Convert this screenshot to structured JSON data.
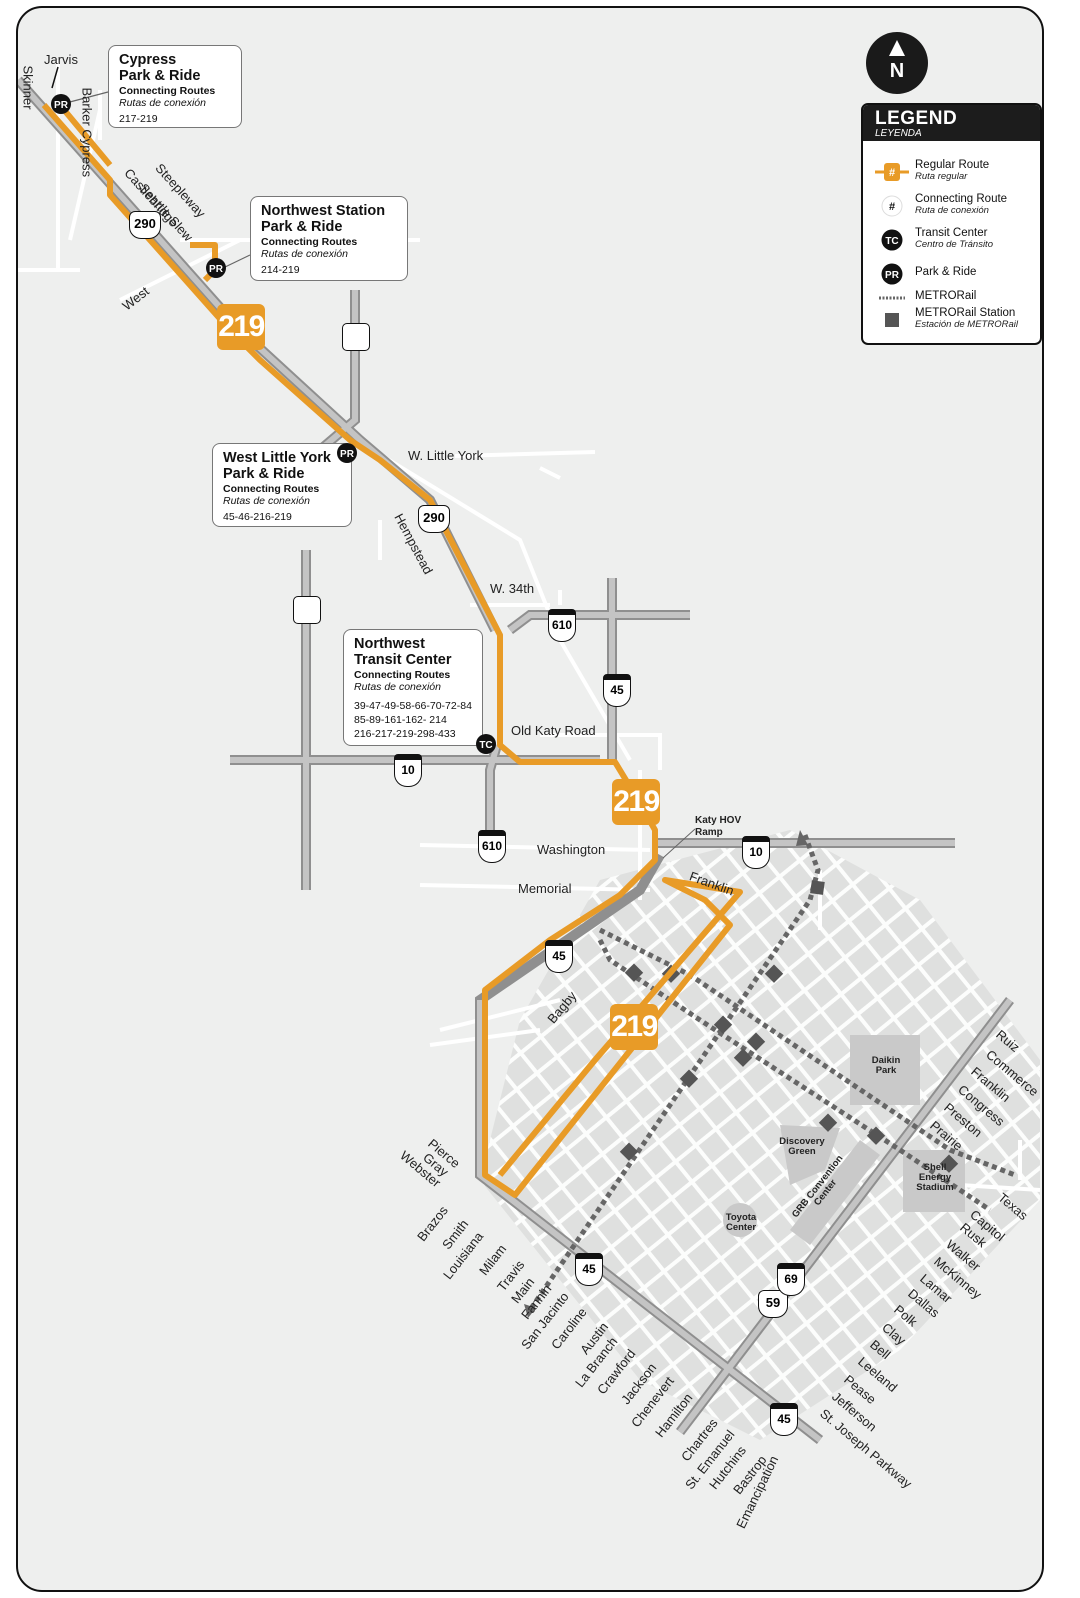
{
  "route": {
    "number": "219",
    "color": "#e89b27",
    "badges": [
      "219",
      "219",
      "219"
    ]
  },
  "north_arrow": {
    "label": "N"
  },
  "legend": {
    "title": "LEGEND",
    "subtitle": "LEYENDA",
    "items": [
      {
        "icon": "regular-route-icon",
        "glyph": "#",
        "label": "Regular Route",
        "sublabel": "Ruta regular"
      },
      {
        "icon": "connecting-route-icon",
        "glyph": "#",
        "label": "Connecting Route",
        "sublabel": "Ruta de conexión"
      },
      {
        "icon": "transit-center-icon",
        "glyph": "TC",
        "label": "Transit Center",
        "sublabel": "Centro de Tránsito"
      },
      {
        "icon": "park-and-ride-icon",
        "glyph": "PR",
        "label": "Park & Ride",
        "sublabel": ""
      },
      {
        "icon": "metrorail-line-icon",
        "glyph": "",
        "label": "METRORail",
        "sublabel": ""
      },
      {
        "icon": "metrorail-station-icon",
        "glyph": "",
        "label": "METRORail Station",
        "sublabel": "Estación de METRORail"
      }
    ]
  },
  "facilities": [
    {
      "name_line1": "Cypress",
      "name_line2": "Park & Ride",
      "connecting_label": "Connecting Routes",
      "connecting_label_es": "Rutas de conexión",
      "routes": [
        "217-219"
      ],
      "type": "PR"
    },
    {
      "name_line1": "Northwest Station",
      "name_line2": "Park & Ride",
      "connecting_label": "Connecting Routes",
      "connecting_label_es": "Rutas de conexión",
      "routes": [
        "214-219"
      ],
      "type": "PR"
    },
    {
      "name_line1": "West Little York",
      "name_line2": "Park & Ride",
      "connecting_label": "Connecting Routes",
      "connecting_label_es": "Rutas de conexión",
      "routes": [
        "45-46-216-219"
      ],
      "type": "PR"
    },
    {
      "name_line1": "Northwest",
      "name_line2": "Transit Center",
      "connecting_label": "Connecting Routes",
      "connecting_label_es": "Rutas de conexión",
      "routes": [
        "39-47-49-58-66-70-72-84",
        "85-89-161-162- 214",
        "216-217-219-298-433"
      ],
      "type": "TC"
    }
  ],
  "markers": {
    "pr": "PR",
    "tc": "TC"
  },
  "highway_shields": {
    "us290_a": "290",
    "us290_b": "290",
    "i610_a": "610",
    "i610_b": "610",
    "i45_a": "45",
    "i45_b": "45",
    "i45_c": "45",
    "i45_d": "45",
    "i10_a": "10",
    "i10_b": "10",
    "i69": "69",
    "us59": "59"
  },
  "streets": {
    "skinner": "Skinner",
    "jarvis": "Jarvis",
    "barker_cypress": "Barker Cypress",
    "steepleway": "Steepleway",
    "seattle_slew": "Seattle Slew",
    "castlebridge": "Castlebridge",
    "west": "West",
    "w_little_york": "W. Little York",
    "hempstead": "Hempstead",
    "w_34th": "W. 34th",
    "old_katy_road": "Old Katy Road",
    "katy_hov_ramp_1": "Katy HOV",
    "katy_hov_ramp_2": "Ramp",
    "washington": "Washington",
    "memorial": "Memorial",
    "franklin": "Franklin",
    "bagby": "Bagby",
    "downtown_west": [
      "Pierce",
      "Gray",
      "Webster",
      "Brazos",
      "Smith",
      "Louisiana",
      "Milam",
      "Travis",
      "Main",
      "Fannin",
      "San Jacinto",
      "Caroline",
      "Austin",
      "La Branch",
      "Crawford",
      "Jackson",
      "Chenevert",
      "Hamilton",
      "Chartres",
      "St. Emanuel",
      "Hutchins",
      "Bastrop",
      "Emancipation"
    ],
    "downtown_east": [
      "Ruiz",
      "Commerce",
      "Franklin",
      "Congress",
      "Preston",
      "Prairie",
      "Texas",
      "Capitol",
      "Rusk",
      "Walker",
      "McKinney",
      "Lamar",
      "Dallas",
      "Polk",
      "Clay",
      "Bell",
      "Leeland",
      "Pease",
      "Jefferson",
      "St. Joseph Parkway"
    ]
  },
  "landmarks": {
    "daikin_1": "Daikin",
    "daikin_2": "Park",
    "discovery_1": "Discovery",
    "discovery_2": "Green",
    "toyota_1": "Toyota",
    "toyota_2": "Center",
    "grb_1": "GRB Convention",
    "grb_2": "Center",
    "shell_1": "Shell",
    "shell_2": "Energy",
    "shell_3": "Stadium"
  }
}
